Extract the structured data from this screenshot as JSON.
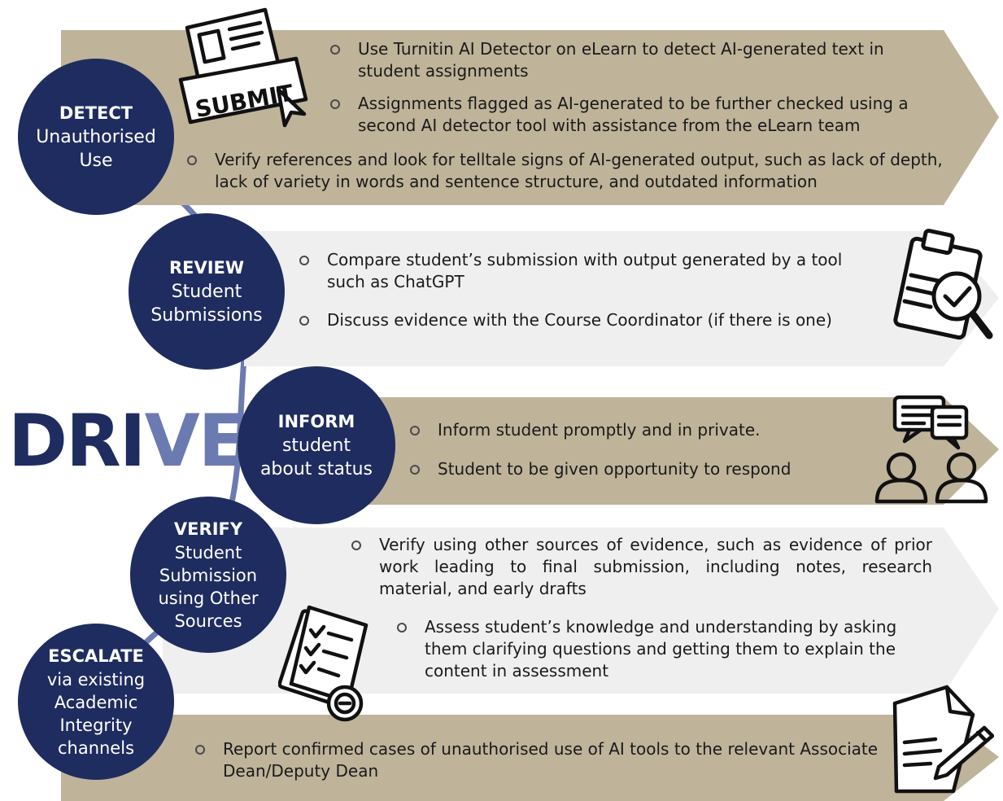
{
  "title": {
    "prefix": "DRI",
    "suffix": "VE"
  },
  "colors": {
    "navy": "#1f2c5f",
    "tan": "#bfb39a",
    "grey": "#eeeeee",
    "connector": "#6b7ab0"
  },
  "steps": [
    {
      "key": "detect",
      "head": "DETECT",
      "sub": "Unauthorised\nUse",
      "icon": "submit-document-icon",
      "bullets": [
        "Use Turnitin AI Detector on eLearn to detect AI-generated text in student assignments",
        "Assignments flagged as AI-generated to be further checked using a second AI detector tool with assistance from the eLearn team",
        "Verify references and look for telltale signs of AI-generated output, such as lack of depth, lack of variety in words and sentence structure, and outdated information"
      ],
      "icon_text": "SUBMIT"
    },
    {
      "key": "review",
      "head": "REVIEW",
      "sub": "Student\nSubmissions",
      "icon": "clipboard-check-magnifier-icon",
      "bullets": [
        "Compare student’s submission with output generated by a tool such as ChatGPT",
        "Discuss evidence with the Course Coordinator (if there is one)"
      ]
    },
    {
      "key": "inform",
      "head": "INFORM",
      "sub": "student\nabout status",
      "icon": "people-chat-icon",
      "bullets": [
        "Inform student promptly and in private.",
        "Student to be given opportunity to respond"
      ]
    },
    {
      "key": "verify",
      "head": "VERIFY",
      "sub": "Student\nSubmission\nusing Other\nSources",
      "icon": "checklist-certificate-icon",
      "bullets": [
        "Verify using other sources of evidence, such as evidence of prior work leading to final submission, including notes, research material, and early drafts",
        "Assess student’s knowledge and understanding by asking them clarifying questions and getting them to explain the content in assessment"
      ]
    },
    {
      "key": "escalate",
      "head": "ESCALATE",
      "sub": "via existing\nAcademic\nIntegrity\nchannels",
      "icon": "document-pen-icon",
      "bullets": [
        "Report confirmed cases of unauthorised use of AI tools to the relevant Associate Dean/Deputy Dean"
      ]
    }
  ]
}
